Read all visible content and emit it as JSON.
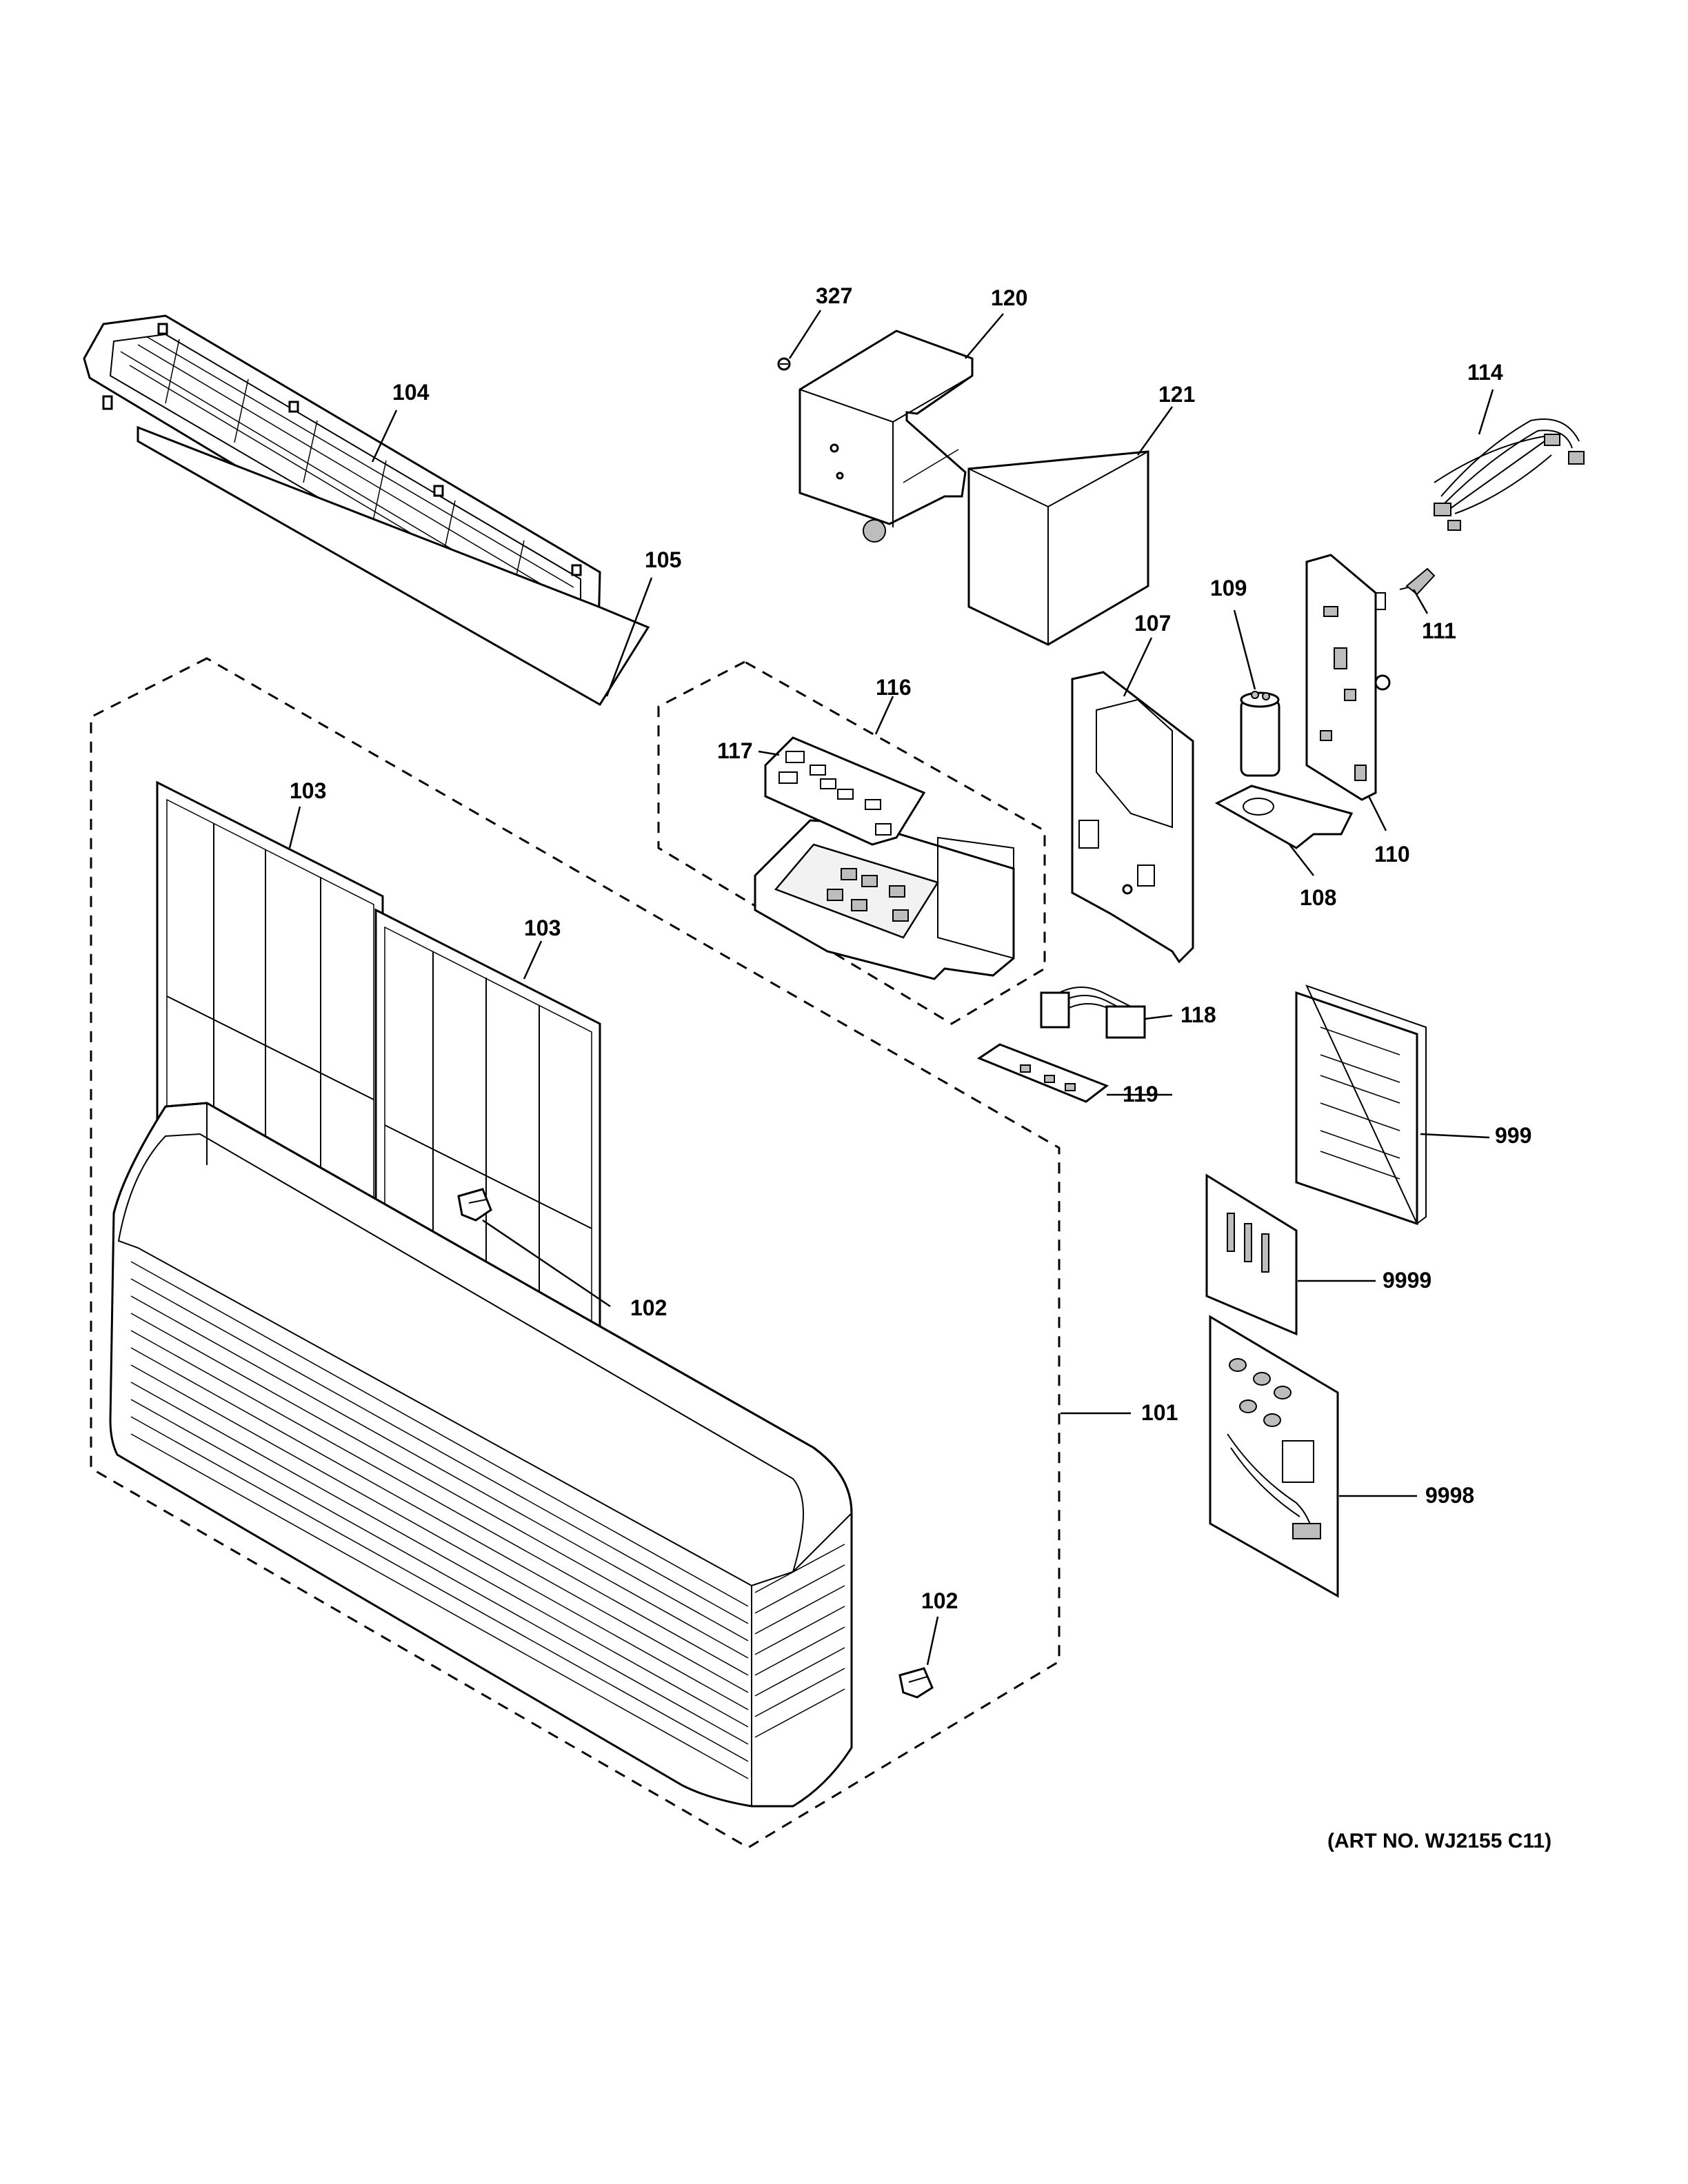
{
  "labels": {
    "p327": "327",
    "p120": "120",
    "p121": "121",
    "p114": "114",
    "p104": "104",
    "p105": "105",
    "p109": "109",
    "p111": "111",
    "p107": "107",
    "p116": "116",
    "p117": "117",
    "p110": "110",
    "p108": "108",
    "p103a": "103",
    "p103b": "103",
    "p118": "118",
    "p119": "119",
    "p999": "999",
    "p9999": "9999",
    "p102a": "102",
    "p101": "101",
    "p9998": "9998",
    "p102b": "102"
  },
  "art_number": "(ART NO. WJ2155 C11)"
}
